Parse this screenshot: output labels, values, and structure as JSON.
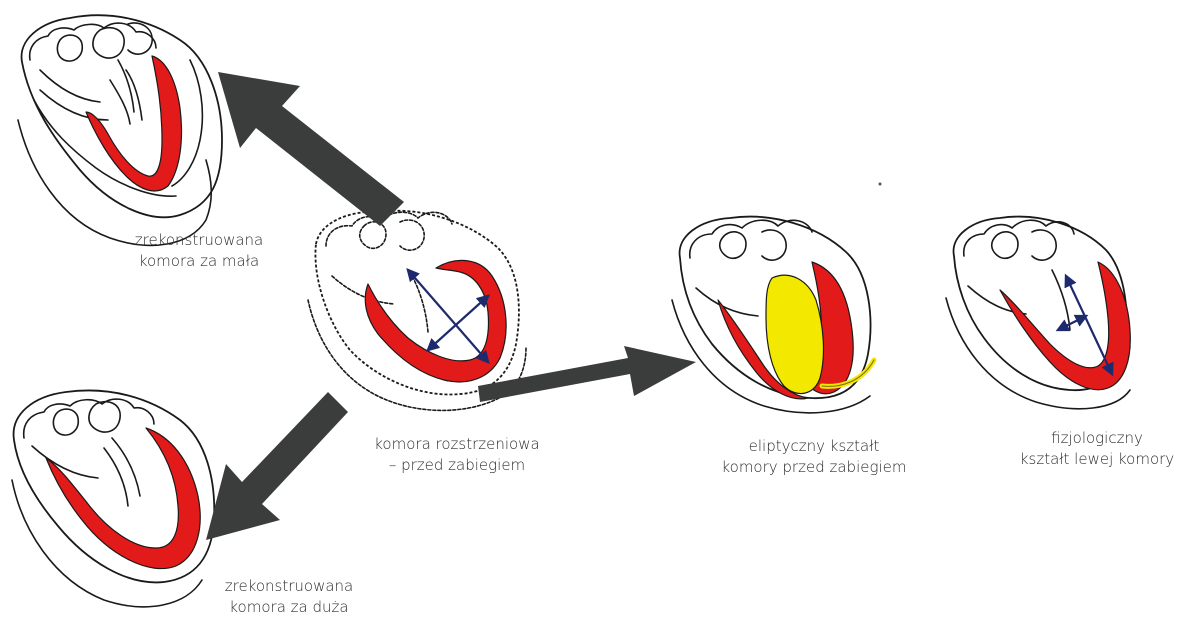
{
  "captions": {
    "small": {
      "line1": "zrekonstruowana",
      "line2": "komora za mała"
    },
    "large": {
      "line1": "zrekonstruowana",
      "line2": "komora za duża"
    },
    "dilated": {
      "line1": "komora rozstrzeniowa",
      "line2": "– przed zabiegiem"
    },
    "elliptical": {
      "line1": "eliptyczny kształt",
      "line2": "komory przed zabiegiem"
    },
    "physiological": {
      "line1": "fizjologiczny",
      "line2": "kształt lewej komory"
    }
  },
  "colors": {
    "muscle": "#e21a1a",
    "patch": "#f2e800",
    "arrow": "#3a3d3c",
    "dimension": "#1e2a6e"
  }
}
